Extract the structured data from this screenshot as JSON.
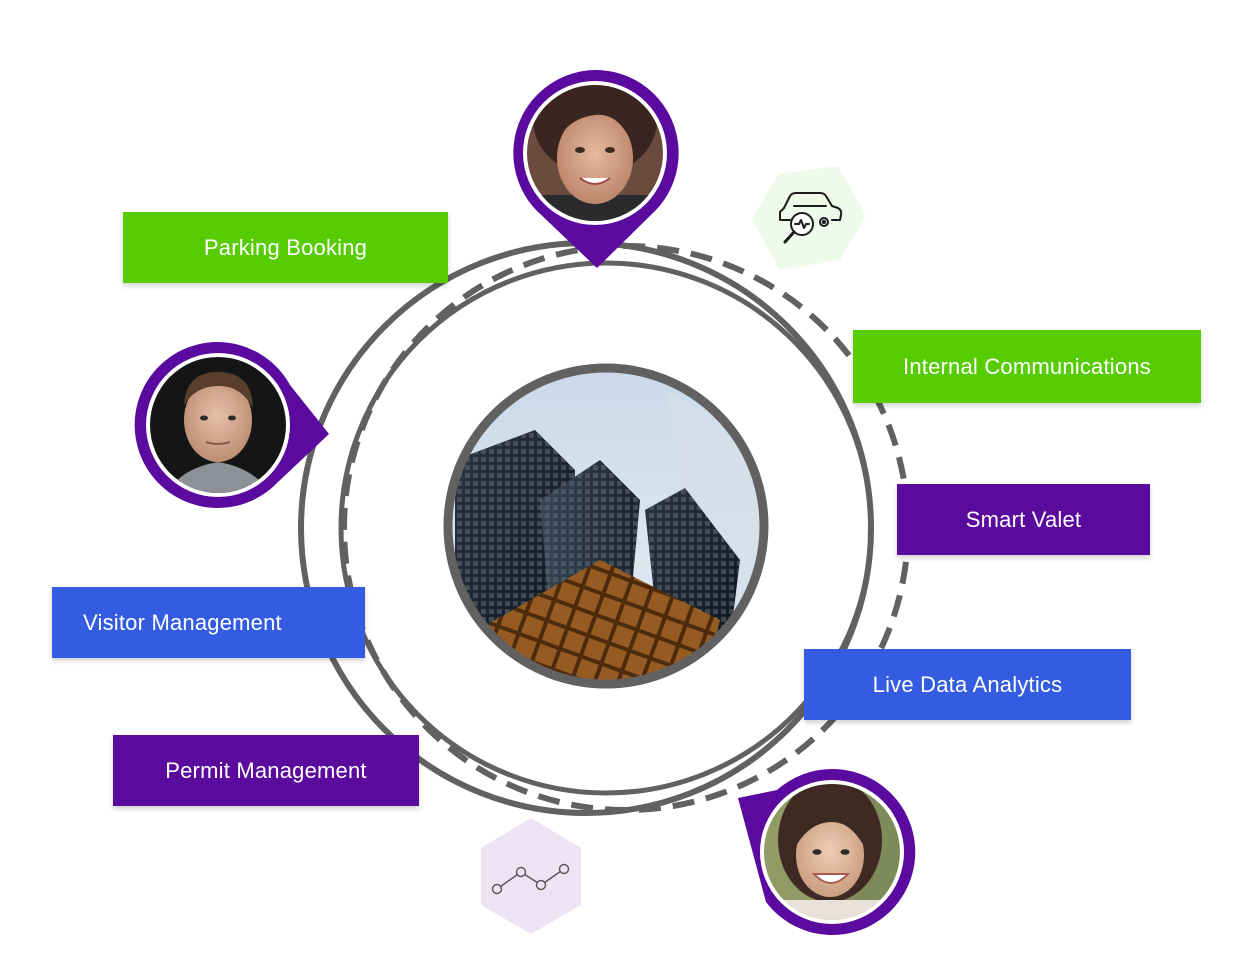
{
  "labels": {
    "parking_booking": "Parking Booking",
    "internal_communications": "Internal Communications",
    "smart_valet": "Smart Valet",
    "visitor_management": "Visitor Management",
    "live_data_analytics": "Live Data Analytics",
    "permit_management": "Permit Management"
  },
  "colors": {
    "green": "#58cc02",
    "purple": "#5a0a9c",
    "blue": "#335ce0",
    "ring": "#616161",
    "pin": "#5b0aa0",
    "hex_green": "#eefaea",
    "hex_purple": "#ece4f4"
  },
  "icons": {
    "top_right_hex": "car-diagnostics-icon",
    "bottom_hex": "line-graph-icon"
  }
}
